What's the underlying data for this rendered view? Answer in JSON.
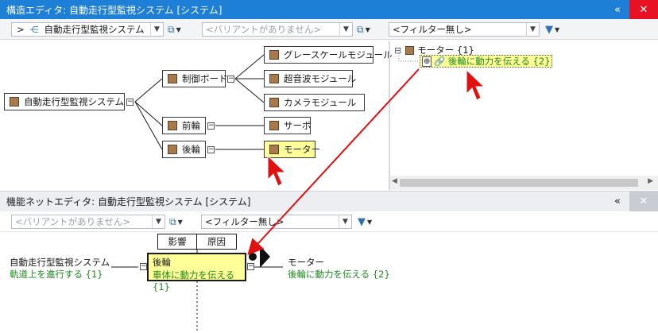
{
  "top_window": {
    "title": "構造エディタ: 自動走行型監視システム [システム]",
    "pin_glyph": "«",
    "close_glyph": "✕"
  },
  "top_toolbar": {
    "nav_glyph": ">",
    "system_combo": "自動走行型監視システム",
    "variant_placeholder": "<バリアントがありません>",
    "filter_value": "<フィルター無し>"
  },
  "structure_tree": {
    "root": "自動走行型監視システム",
    "level1": [
      "制御ボード",
      "前輪",
      "後輪"
    ],
    "control_board_children": [
      "グレースケールモジュール",
      "超音波モジュール",
      "カメラモジュール"
    ],
    "front_wheel_child": "サーボ",
    "rear_wheel_child": "モーター",
    "collapse_glyph": "−"
  },
  "right_tree": {
    "expand_glyph": "⊟",
    "parent_label": "モーター {1}",
    "child_label": "後輪に動力を伝える {2}"
  },
  "bottom_window": {
    "title": "機能ネットエディタ: 自動走行型監視システム [システム]",
    "pin_glyph": "«",
    "close_glyph": "✕"
  },
  "bottom_toolbar": {
    "variant_placeholder": "<バリアントがありません>",
    "filter_value": "<フィルター無し>"
  },
  "function_net": {
    "tab_effect": "影響",
    "tab_cause": "原因",
    "function_title": "後輪",
    "function_name": "車体に動力を伝える {1}",
    "left_element": "自動走行型監視システム",
    "left_function": "軌道上を進行する {1}",
    "right_element": "モーター",
    "right_function": "後輪に動力を伝える {2}"
  },
  "colors": {
    "titlebar_active": "#1e7fd6",
    "highlight_yellow": "#ffff99",
    "element_icon": "#a87a4b",
    "function_green": "#1f8a1f",
    "arrow_red": "#e01010"
  }
}
